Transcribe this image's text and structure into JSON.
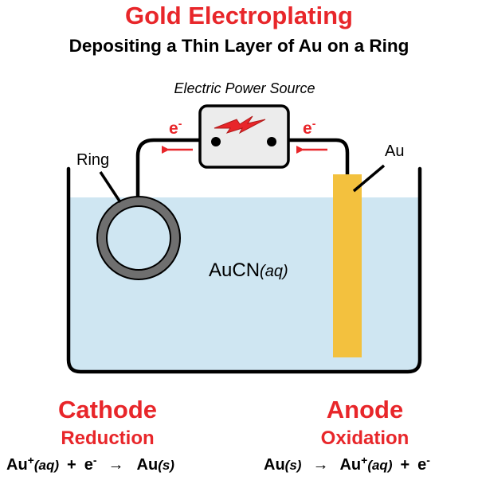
{
  "title": "Gold Electroplating",
  "subtitle": "Depositing a Thin Layer of Au on a Ring",
  "power_source_label": "Electric Power Source",
  "electron_left": "e",
  "electron_right": "e",
  "electron_charge": "-",
  "ring_label": "Ring",
  "anode_label": "Au",
  "solution_formula": "AuCN",
  "solution_state": "(aq)",
  "cathode": {
    "title": "Cathode",
    "process": "Reduction",
    "eq_reactant": "Au",
    "eq_reactant_charge": "+",
    "eq_reactant_state": "(aq)",
    "eq_plus": "+",
    "eq_electron": "e",
    "eq_electron_charge": "-",
    "eq_arrow": "→",
    "eq_product": "Au",
    "eq_product_state": "(s)"
  },
  "anode": {
    "title": "Anode",
    "process": "Oxidation",
    "eq_reactant": "Au",
    "eq_reactant_state": "(s)",
    "eq_arrow": "→",
    "eq_product": "Au",
    "eq_product_charge": "+",
    "eq_product_state": "(aq)",
    "eq_plus": "+",
    "eq_electron": "e",
    "eq_electron_charge": "-"
  },
  "colors": {
    "accent_red": "#e8262a",
    "solution": "#cfe6f2",
    "gold_electrode": "#f3c13e",
    "ring": "#6f6f6f",
    "power_box": "#ececec"
  }
}
